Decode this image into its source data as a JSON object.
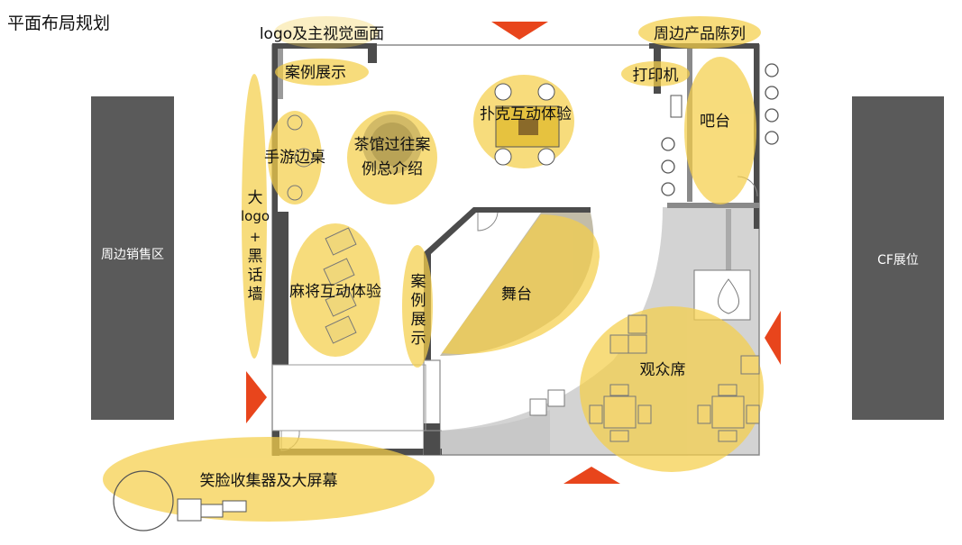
{
  "title": "平面布局规划",
  "side_blocks": {
    "left": "周边销售区",
    "right": "CF展位"
  },
  "zones": {
    "logo_visual": "logo及主视觉画面",
    "peripheral_products": "周边产品陈列",
    "case_display_top": "案例展示",
    "printer": "打印机",
    "poker": "扑克互动体验",
    "bar": "吧台",
    "mobile_game_table": "手游边桌",
    "teahouse_line1": "茶馆过往案",
    "teahouse_line2": "例总介绍",
    "big_logo_wall": [
      "大",
      "logo",
      "+",
      "黑",
      "话",
      "墙"
    ],
    "mahjong": "麻将互动体验",
    "case_display_side": [
      "案",
      "例",
      "展",
      "示"
    ],
    "stage": "舞台",
    "audience": "观众席",
    "smile_collector": "笑脸收集器及大屏幕"
  },
  "colors": {
    "highlight": "#f5cf4a",
    "side_block": "#5a5a5a",
    "wall": "#555555",
    "arrow": "#e8451c",
    "floor_gray": "#d0d0d0"
  }
}
